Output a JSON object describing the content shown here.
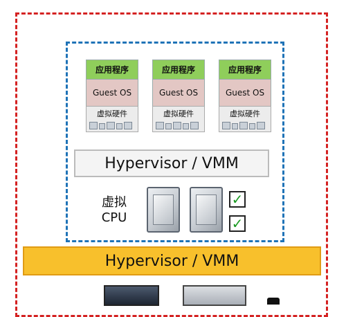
{
  "vms": [
    {
      "app": "应用程序",
      "guest_os": "Guest OS",
      "virtual_hw": "虚拟硬件"
    },
    {
      "app": "应用程序",
      "guest_os": "Guest OS",
      "virtual_hw": "虚拟硬件"
    },
    {
      "app": "应用程序",
      "guest_os": "Guest OS",
      "virtual_hw": "虚拟硬件"
    }
  ],
  "inner_hypervisor": "Hypervisor / VMM",
  "virtual_cpu": {
    "line1": "虚拟",
    "line2": "CPU"
  },
  "outer_hypervisor": "Hypervisor / VMM",
  "check_mark": "✓",
  "colors": {
    "outer_border": "#d42222",
    "inner_border": "#1f73b7",
    "app_layer": "#8fce5b",
    "guest_os_layer": "#e3c7c4",
    "outer_hypervisor": "#f8c02c"
  },
  "icons": [
    "cpu-chip-icon",
    "check-mark-icon",
    "hardware-icon"
  ]
}
